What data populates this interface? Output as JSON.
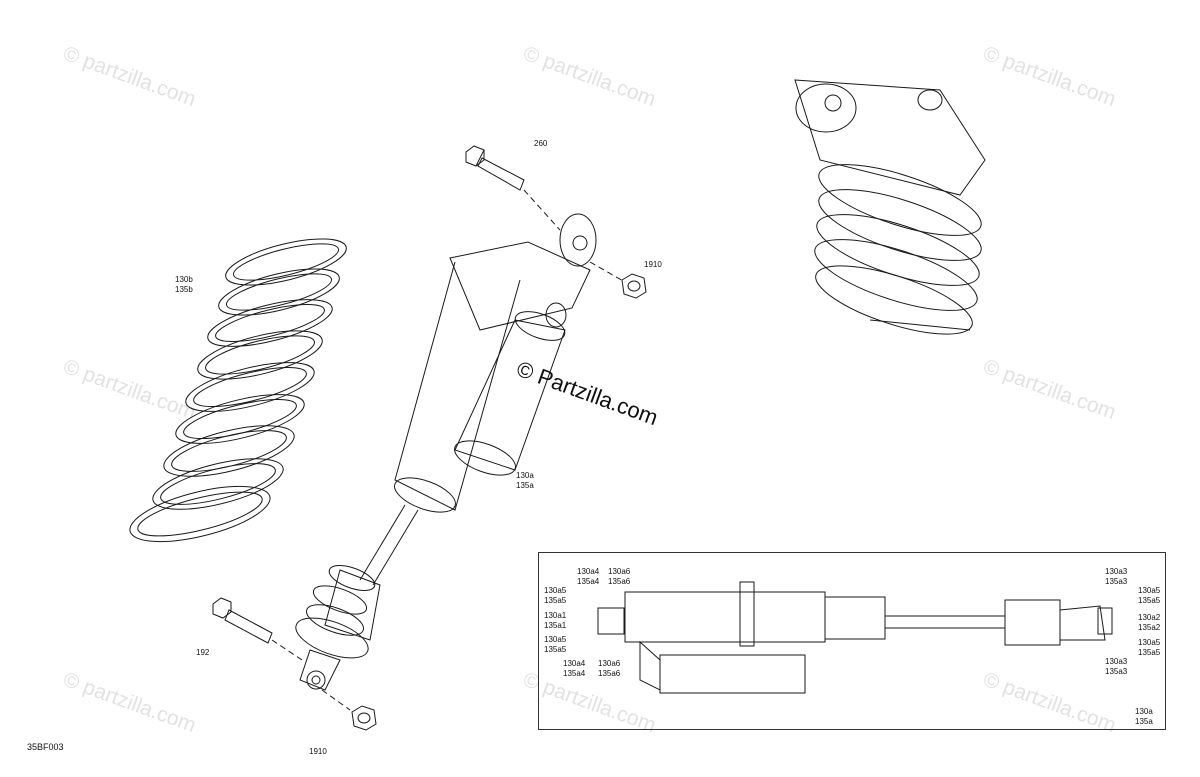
{
  "watermark": {
    "text": "© partzilla.com",
    "main_text": "© Partzilla.com"
  },
  "reference_code": "35BF003",
  "callouts": {
    "bolt_top": "260",
    "nut_top": "1910",
    "spring_a": "130b",
    "spring_b": "135b",
    "shock_a": "130a",
    "shock_b": "135a",
    "bolt_bottom": "192",
    "nut_bottom": "1910"
  },
  "inset_callouts": {
    "l1a": "130a4",
    "l1b": "135a4",
    "l2a": "130a6",
    "l2b": "135a6",
    "l3a": "130a5",
    "l3b": "135a5",
    "l4a": "130a1",
    "l4b": "135a1",
    "l5a": "130a5",
    "l5b": "135a5",
    "l6a": "130a4",
    "l6b": "135a4",
    "l7a": "130a6",
    "l7b": "135a6",
    "r1a": "130a3",
    "r1b": "135a3",
    "r2a": "130a5",
    "r2b": "135a5",
    "r3a": "130a2",
    "r3b": "135a2",
    "r4a": "130a5",
    "r4b": "135a5",
    "r5a": "130a3",
    "r5b": "135a3",
    "r6a": "130a",
    "r6b": "135a"
  }
}
